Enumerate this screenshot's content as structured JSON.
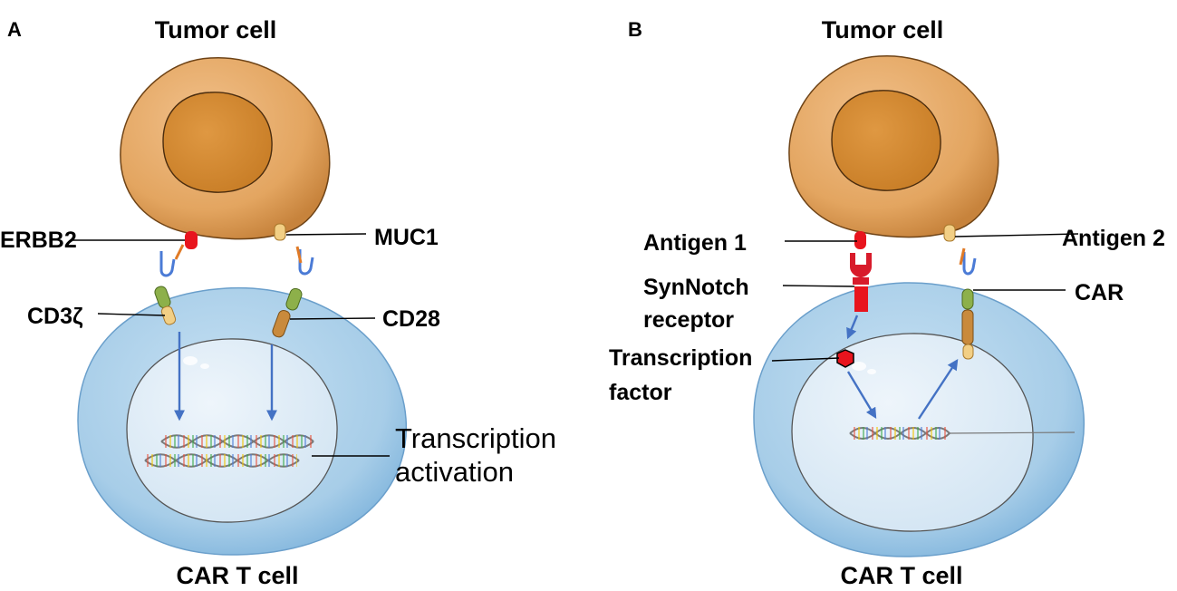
{
  "panel_a": {
    "letter": "A",
    "top_title": "Tumor cell",
    "bottom_title": "CAR T cell",
    "labels": {
      "erbb2": "ERBB2",
      "muc1": "MUC1",
      "cd3z": "CD3ζ",
      "cd28": "CD28",
      "transcription_line1": "Transcription",
      "transcription_line2": "activation"
    }
  },
  "panel_b": {
    "letter": "B",
    "top_title": "Tumor cell",
    "bottom_title": "CAR T cell",
    "labels": {
      "antigen1": "Antigen 1",
      "antigen2": "Antigen 2",
      "synnotch_line1": "SynNotch",
      "synnotch_line2": "receptor",
      "car": "CAR",
      "tf_line1": "Transcription",
      "tf_line2": "factor"
    }
  },
  "colors": {
    "tumor_body": "#e3a560",
    "tumor_nucleus": "#d38a33",
    "tcell_body": "#a9cfe8",
    "tcell_nucleus": "#dbeaf6",
    "arrow": "#4472c4",
    "antigen_red": "#e8141d",
    "antigen_tan": "#f2cf85"
  }
}
